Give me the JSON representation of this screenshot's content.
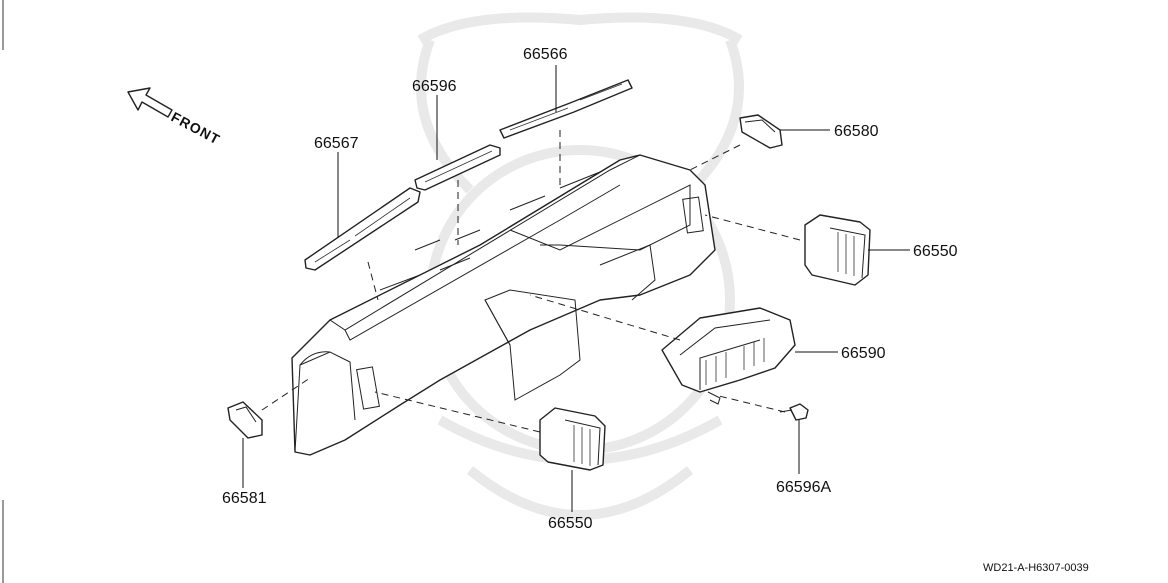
{
  "labels": {
    "front": "FRONT",
    "p66566": "66566",
    "p66596": "66596",
    "p66567": "66567",
    "p66580": "66580",
    "p66550_right": "66550",
    "p66590": "66590",
    "p66581": "66581",
    "p66550_bottom": "66550",
    "p66596A": "66596A"
  },
  "diagram_code": "WD21-A-H6307-0039"
}
